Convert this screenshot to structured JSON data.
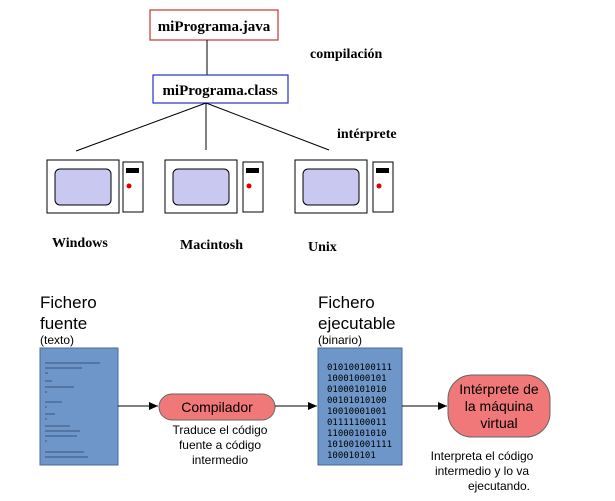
{
  "top": {
    "source_file": "miPrograma.java",
    "class_file": "miPrograma.class",
    "compile_label": "compilación",
    "interpret_label": "intérprete",
    "platforms": [
      "Windows",
      "Macintosh",
      "Unix"
    ]
  },
  "bottom": {
    "source": {
      "title_line1": "Fichero",
      "title_line2": "fuente",
      "subtitle": "(texto)"
    },
    "executable": {
      "title_line1": "Fichero",
      "title_line2": "ejecutable",
      "subtitle": "(binario)"
    },
    "compiler": {
      "label": "Compilador",
      "desc": [
        "Traduce el código",
        "fuente a código",
        "intermedio"
      ]
    },
    "interpreter": {
      "label": [
        "Intérprete de",
        "la máquina",
        "virtual"
      ],
      "desc": [
        "Interpreta el código",
        "intermedio y lo va",
        "ejecutando."
      ]
    },
    "binary_lines": [
      "010100100111",
      "10001000101",
      "01000101010",
      "00101010100",
      "10010001001",
      "01111100011",
      "11000101010",
      "101001001111",
      "100010101"
    ]
  },
  "colors": {
    "java_box_border": "#cc3333",
    "class_box_border": "#2233cc",
    "file_fill": "#6f96c8",
    "oval_fill": "#f07878",
    "screen_fill": "#c8c8f0",
    "power_dot": "#dd0000"
  }
}
